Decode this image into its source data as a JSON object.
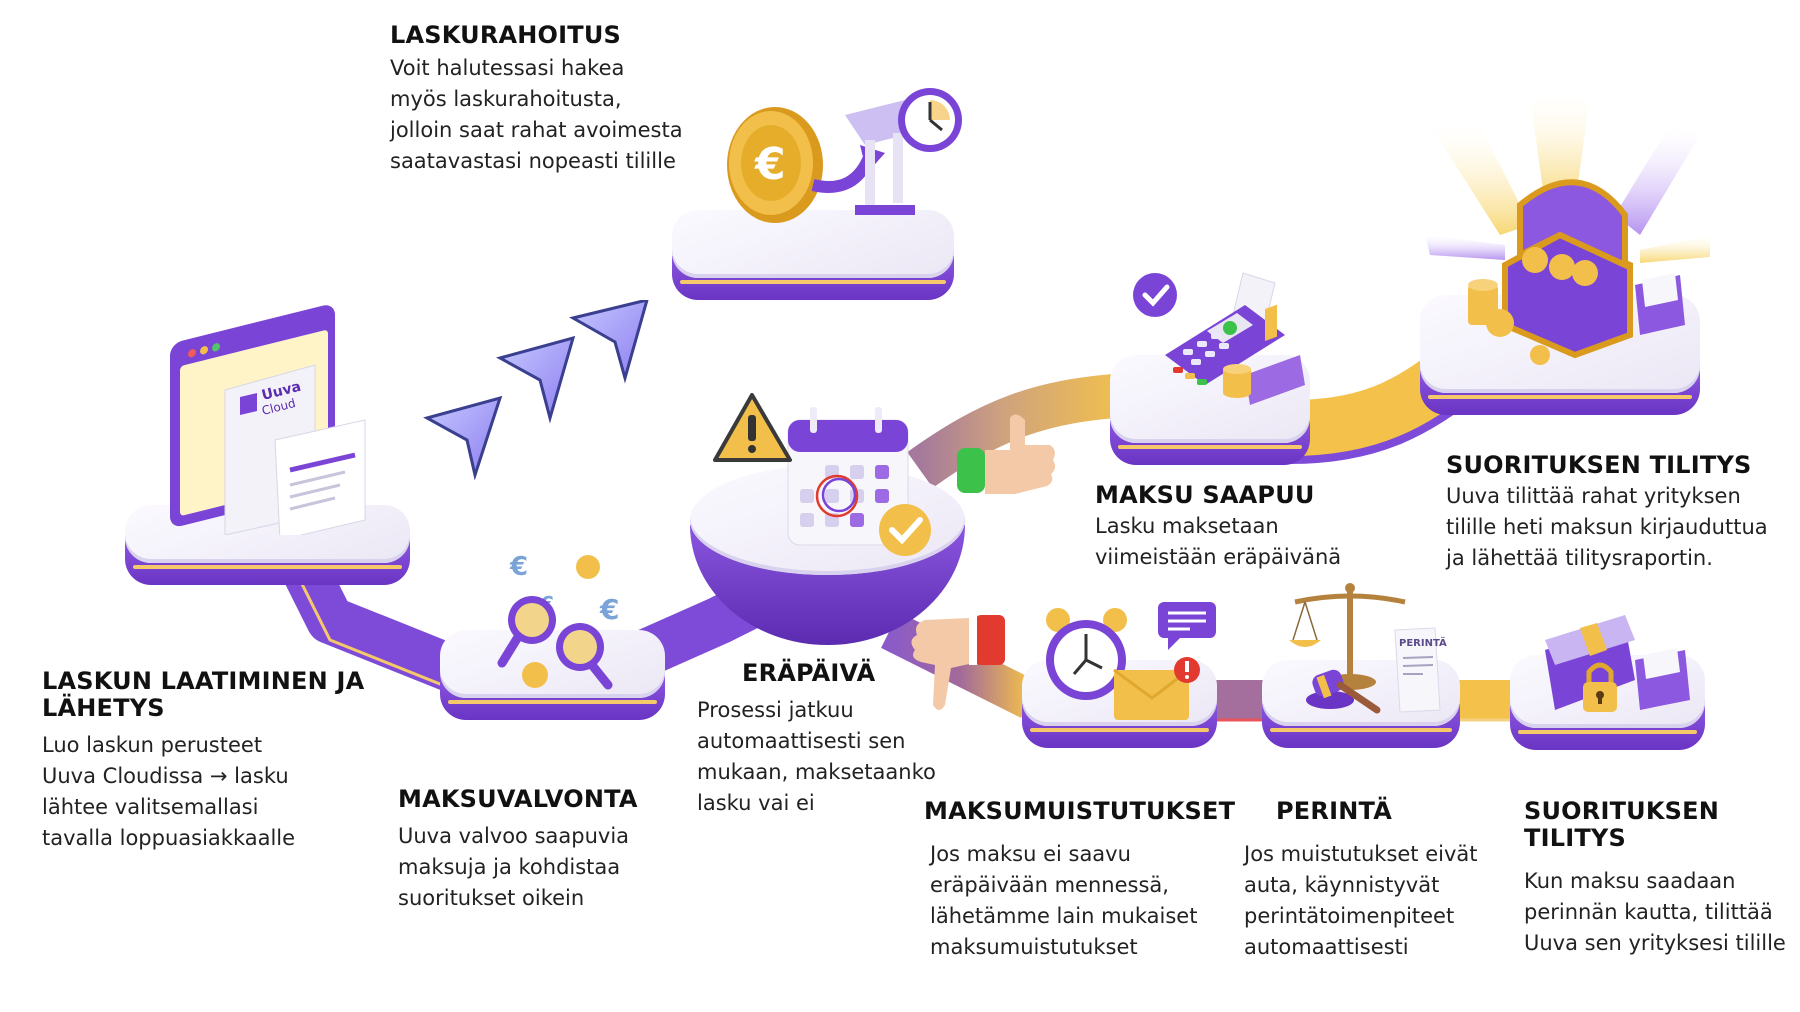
{
  "colors": {
    "purple": "#7a44d6",
    "purple_dark": "#5b2bb0",
    "purple_light": "#b9a2ee",
    "gold": "#f2c04a",
    "gold_dark": "#d99a1e",
    "path_gold": "#f4c24a",
    "path_purple": "#7e4bd8",
    "path_mauve": "#a5799b",
    "green": "#3cc14a",
    "red": "#e23a2e",
    "text": "#111111"
  },
  "steps": [
    {
      "id": "laskun-laatiminen",
      "title": "LASKUN LAATIMINEN JA LÄHETYS",
      "desc": "Luo laskun perusteet\nUuva Cloudissa → lasku\nlähtee valitsemallasi\ntavalla loppuasiakkaalle",
      "icon": "invoice-monitor-icon"
    },
    {
      "id": "laskurahoitus",
      "title": "LASKURAHOITUS",
      "desc": "Voit halutessasi hakea\nmyös laskurahoitusta,\njolloin saat rahat avoimesta\nsaatavastasi nopeasti tilille",
      "icon": "euro-coin-bank-stopwatch-icon"
    },
    {
      "id": "maksuvalvonta",
      "title": "MAKSUVALVONTA",
      "desc": "Uuva valvoo saapuvia\nmaksuja ja kohdistaa\nsuoritukset oikein",
      "icon": "magnifier-euro-icon"
    },
    {
      "id": "erapaiva",
      "title": "ERÄPÄIVÄ",
      "desc": "Prosessi jatkuu\nautomaattisesti sen\nmukaan, maksetaanko\nlasku vai ei",
      "icon": "calendar-warning-icon"
    },
    {
      "id": "maksu-saapuu",
      "title": "MAKSU SAAPUU",
      "desc": "Lasku maksetaan\nviimeistään eräpäivänä",
      "icon": "payment-terminal-icon"
    },
    {
      "id": "suorituksen-tilitys-1",
      "title": "SUORITUKSEN TILITYS",
      "desc": "Uuva tilittää rahat yrityksen\ntilille heti maksun kirjauduttua\nja lähettää tilitysraportin.",
      "icon": "treasure-chest-icon"
    },
    {
      "id": "maksumuistutukset",
      "title": "MAKSUMUISTUTUKSET",
      "desc": "Jos maksu ei saavu\neräpäivään mennessä,\nlähetämme lain mukaiset\nmaksumuistutukset",
      "icon": "alarm-clock-envelope-icon"
    },
    {
      "id": "perinta",
      "title": "PERINTÄ",
      "desc": "Jos muistutukset eivät\nauta, käynnistyvät\nperintätoimenpiteet\nautomaattisesti",
      "icon": "scales-gavel-icon"
    },
    {
      "id": "suorituksen-tilitys-2",
      "title": "SUORITUKSEN TILITYS",
      "desc": "Kun maksu saadaan\nperinnän kautta, tilittää\nUuva sen yrityksesi tilille",
      "icon": "cash-lock-icon"
    }
  ],
  "labels": {
    "brand_top": "Uuva",
    "brand_bottom": "Cloud",
    "perinta_doc": "PERINTÄ",
    "euro": "€"
  },
  "decor": {
    "send_arrows": 3,
    "thumb_up": "thumbs-up-icon",
    "thumb_down": "thumbs-down-icon"
  }
}
